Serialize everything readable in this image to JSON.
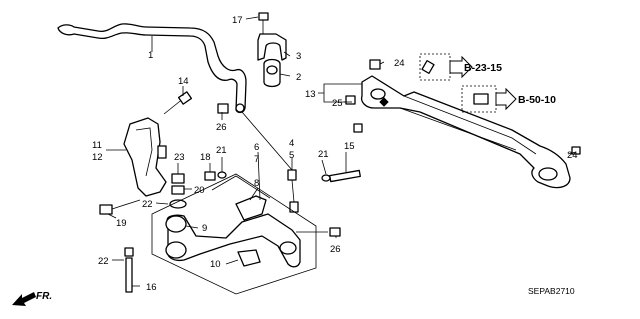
{
  "callouts": {
    "c1": "1",
    "c2": "2",
    "c3": "3",
    "c4": "4",
    "c5": "5",
    "c6": "6",
    "c7": "7",
    "c8": "8",
    "c9": "9",
    "c10": "10",
    "c11": "11",
    "c12": "12",
    "c13": "13",
    "c14": "14",
    "c15": "15",
    "c16": "16",
    "c17": "17",
    "c18": "18",
    "c19": "19",
    "c20": "20",
    "c21a": "21",
    "c21b": "21",
    "c22a": "22",
    "c22b": "22",
    "c23": "23",
    "c24a": "24",
    "c24b": "24",
    "c25": "25",
    "c26a": "26",
    "c26b": "26"
  },
  "references": {
    "ref1": "B-23-15",
    "ref2": "B-50-10"
  },
  "diagram_code": "SEPAB2710",
  "direction_label": "FR."
}
